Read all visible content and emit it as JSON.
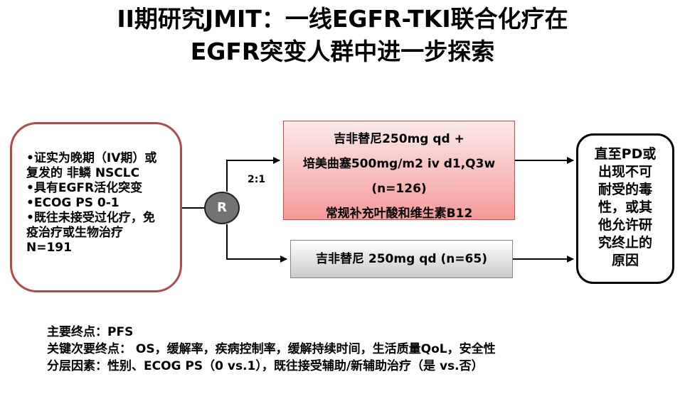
{
  "title": {
    "line1": "II期研究JMIT：一线EGFR-TKI联合化疗在",
    "line2": "EGFR突变人群中进一步探索"
  },
  "eligibility": [
    "•证实为晚期（IV期）或",
    "复发的 非鳞 NSCLC",
    "•具有EGFR活化突变",
    "•ECOG PS 0-1",
    "•既往未接受过化疗，免",
    "疫治疗或生物治疗",
    "N=191"
  ],
  "randomization": {
    "label": "R",
    "ratio": "2:1"
  },
  "arm_combination": [
    "吉非替尼250mg qd +",
    "培美曲塞500mg/m2 iv d1,Q3w",
    "(n=126)",
    "常规补充叶酸和维生素B12"
  ],
  "arm_mono": "吉非替尼 250mg qd (n=65)",
  "outcome": [
    "直至PD或",
    "出现不可",
    "耐受的毒",
    "性，或其",
    "他允许研",
    "究终止的",
    "原因"
  ],
  "endpoints": [
    "主要终点：PFS",
    "关键次要终点：  OS，缓解率，疾病控制率，缓解持续时间，生活质量QoL，安全性",
    "分层因素：性别、ECOG PS（0 vs.1），既往接受辅助/新辅助治疗（是 vs.否）"
  ]
}
